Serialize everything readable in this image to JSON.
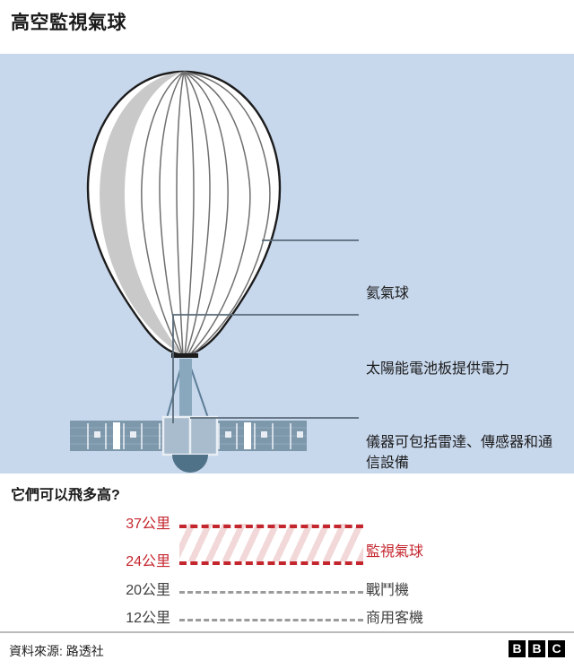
{
  "header": {
    "title": "高空監視氣球"
  },
  "illustration": {
    "callouts": [
      {
        "id": "helium",
        "label": "氦氣球"
      },
      {
        "id": "solar",
        "label": "太陽能電池板提供電力"
      },
      {
        "id": "instrument",
        "label": "儀器可包括雷達、傳感器和通信設備"
      }
    ],
    "colors": {
      "sky": "#c7d7ec",
      "balloon_fill": "#ffffff",
      "balloon_shade": "#c9c9c9",
      "balloon_outline": "#1c1c1c",
      "panel": "#7d97ab",
      "payload": "#a8bccd",
      "dome": "#4f7288",
      "leader": "#5a6b7a"
    }
  },
  "altitude": {
    "title": "它們可以飛多高?",
    "chart_data": {
      "type": "bar",
      "title": "它們可以飛多高?",
      "xlabel": "",
      "ylabel": "公里",
      "unit": "公里",
      "series": [
        {
          "name": "監視氣球",
          "range_low": 24,
          "range_high": 37,
          "color": "#c4262e",
          "style": "dashed-band"
        },
        {
          "name": "戰鬥機",
          "value": 20,
          "color": "#9b9b9b",
          "style": "dashed-line"
        },
        {
          "name": "商用客機",
          "value": 12,
          "color": "#9b9b9b",
          "style": "dashed-line"
        }
      ],
      "labels": [
        "37公里",
        "24公里",
        "20公里",
        "12公里"
      ]
    },
    "rows": [
      {
        "value": "37公里",
        "name": "監視氣球",
        "color": "red"
      },
      {
        "value": "24公里",
        "name": "",
        "color": "red"
      },
      {
        "value": "20公里",
        "name": "戰鬥機",
        "color": "grey"
      },
      {
        "value": "12公里",
        "name": "商用客機",
        "color": "grey"
      }
    ]
  },
  "footer": {
    "source": "資料來源: 路透社",
    "logo": [
      "B",
      "B",
      "C"
    ]
  }
}
